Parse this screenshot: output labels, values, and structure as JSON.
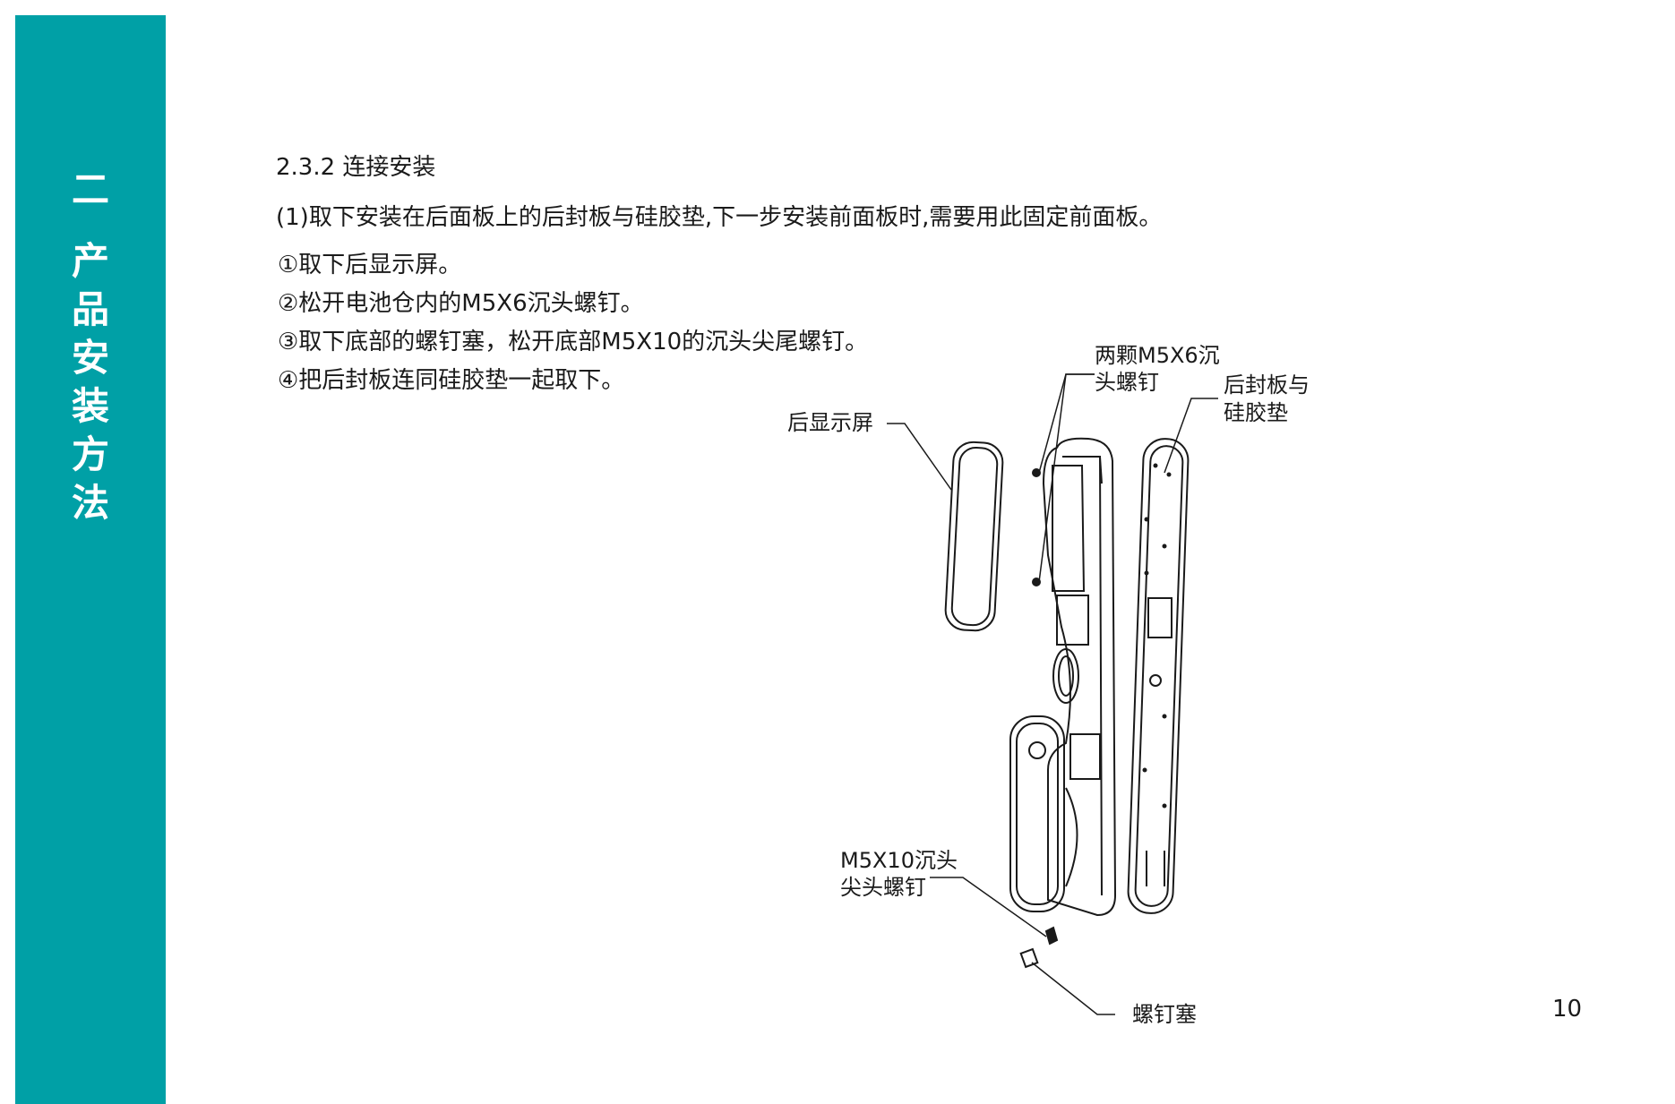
{
  "sidebar": {
    "section_number": "二",
    "chars": [
      "产",
      "品",
      "安",
      "装",
      "方",
      "法"
    ]
  },
  "content": {
    "heading": "2.3.2 连接安装",
    "paragraph": "(1)取下安装在后面板上的后封板与硅胶垫,下一步安装前面板时,需要用此固定前面板。",
    "steps": [
      "①取下后显示屏。",
      "②松开电池仓内的M5X6沉头螺钉。",
      "③取下底部的螺钉塞，松开底部M5X10的沉头尖尾螺钉。",
      "④把后封板连同硅胶垫一起取下。"
    ]
  },
  "diagram": {
    "label_display": "后显示屏",
    "label_screws_top_line1": "两颗M5X6沉",
    "label_screws_top_line2": "头螺钉",
    "label_seal_line1": "后封板与",
    "label_seal_line2": "硅胶垫",
    "label_bottom_screw_line1": "M5X10沉头",
    "label_bottom_screw_line2": "尖头螺钉",
    "label_plug": "螺钉塞"
  },
  "page_number": "10",
  "colors": {
    "sidebar": "#00a0a6",
    "text": "#1a1a1a"
  }
}
